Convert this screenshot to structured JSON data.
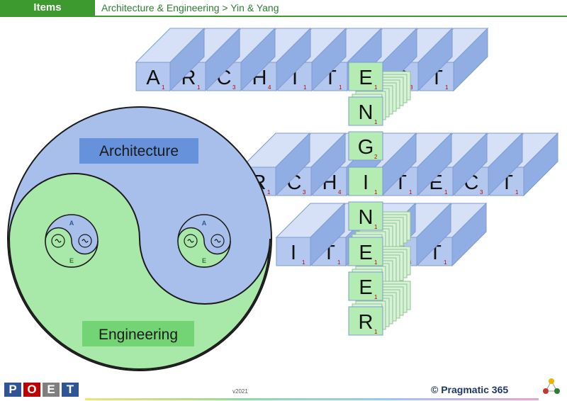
{
  "header": {
    "tab": "Items",
    "breadcrumb": "Architecture & Engineering > Yin & Yang"
  },
  "rows": [
    {
      "letters": [
        "A",
        "R",
        "C",
        "H",
        "I",
        "T",
        "E",
        "C",
        "T"
      ],
      "subs": [
        "1",
        "1",
        "3",
        "4",
        "1",
        "1",
        "1",
        "3",
        "1"
      ]
    },
    {
      "letters": [
        "R",
        "C",
        "H",
        "I",
        "T",
        "E",
        "C",
        "T"
      ],
      "subs": [
        "1",
        "3",
        "4",
        "1",
        "1",
        "1",
        "3",
        "1"
      ]
    },
    {
      "letters": [
        "I",
        "T",
        "E",
        "C",
        "T"
      ],
      "subs": [
        "1",
        "1",
        "1",
        "3",
        "1"
      ]
    }
  ],
  "column": {
    "letters": [
      "E",
      "N",
      "G",
      "I",
      "N",
      "E",
      "E",
      "R"
    ],
    "subs": [
      "1",
      "1",
      "2",
      "1",
      "1",
      "1",
      "1",
      "1"
    ]
  },
  "circle": {
    "architecture_label": "Architecture",
    "engineering_label": "Engineering",
    "mini_top_label": "A",
    "mini_bottom_label": "E"
  },
  "colors": {
    "blue_tile": "#b4c7ef",
    "green_tile": "#b4ecb4",
    "blue_region": "#a9bfeb",
    "green_region": "#a8e8a8",
    "header_green": "#3d9a2e"
  },
  "footer": {
    "version": "v2021",
    "poet_letters": [
      "P",
      "O",
      "E",
      "T"
    ],
    "brand": "© Pragmatic 365"
  }
}
